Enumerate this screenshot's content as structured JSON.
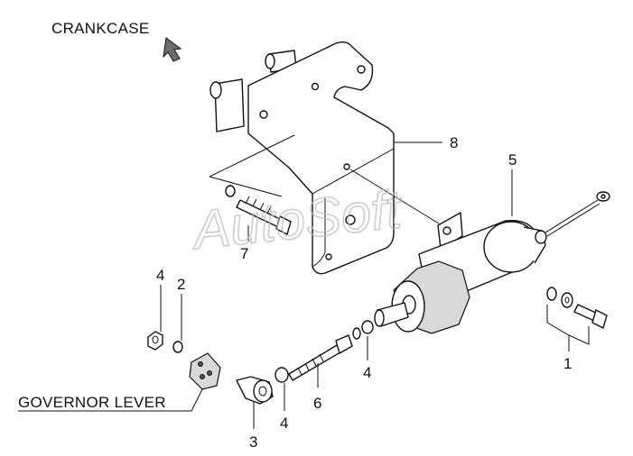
{
  "labels": {
    "crankcase": "CRANKCASE",
    "governor_lever": "GOVERNOR LEVER",
    "watermark": "AutoSoft"
  },
  "callouts": {
    "p1": "1",
    "p2": "2",
    "p3": "3",
    "p4a": "4",
    "p4b": "4",
    "p4c": "4",
    "p5": "5",
    "p6": "6",
    "p7": "7",
    "p8": "8"
  }
}
